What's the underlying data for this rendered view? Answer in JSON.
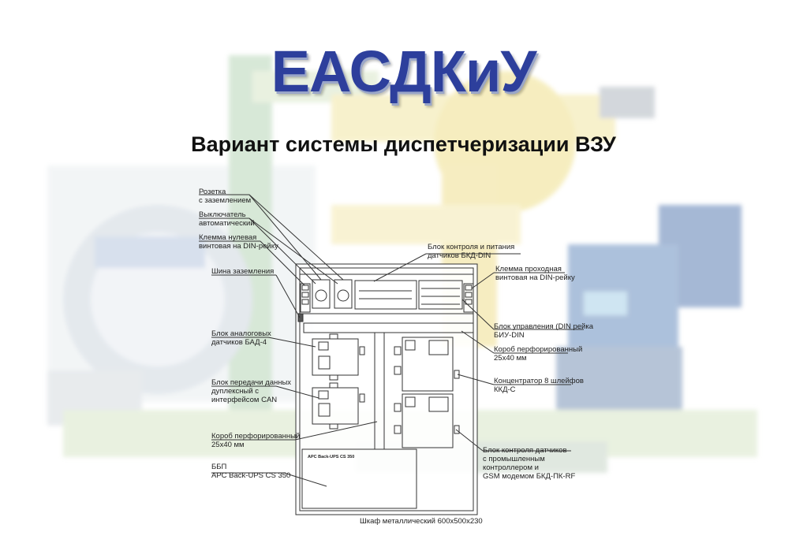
{
  "header": {
    "title": "ЕАСДКиУ",
    "subtitle": "Вариант системы диспетчеризации ВЗУ"
  },
  "colors": {
    "title": "#2d3f9c",
    "lines": "#333333"
  },
  "labels": {
    "socket": [
      "Розетка",
      "с заземлением"
    ],
    "breaker": [
      "Выключатель",
      "автоматический"
    ],
    "neutral_terminal": [
      "Клемма нулевая",
      "винтовая на DIN-рейку"
    ],
    "ground_bus": [
      "Шина заземления"
    ],
    "power_unit": [
      "Блок контроля и питания",
      "датчиков БКД-DIN"
    ],
    "pass_terminal": [
      "Клемма проходная",
      "винтовая на DIN-рейку"
    ],
    "control_unit": [
      "Блок управления (DIN рейка",
      "БИУ-DIN"
    ],
    "duct_top": [
      "Короб перфорированный",
      "25х40 мм"
    ],
    "analog_unit": [
      "Блок аналоговых",
      "датчиков БАД-4"
    ],
    "concentrator": [
      "Концентратор 8 шлейфов",
      "ККД-С"
    ],
    "can_unit": [
      "Блок передачи данных",
      "дуплексный с",
      "интерфейсом CAN"
    ],
    "duct_left": [
      "Короб перфорированный",
      "25х40 мм"
    ],
    "gsm_unit": [
      "Блок контроля датчиков",
      "с промышленным",
      "контроллером и",
      "GSM модемом БКД-ПК-RF"
    ],
    "ups": [
      "ББП",
      "APC Back-UPS CS 350"
    ],
    "ups_caption": "APC Back-UPS CS 350",
    "cabinet": "Шкаф металлический 600х500х230"
  }
}
